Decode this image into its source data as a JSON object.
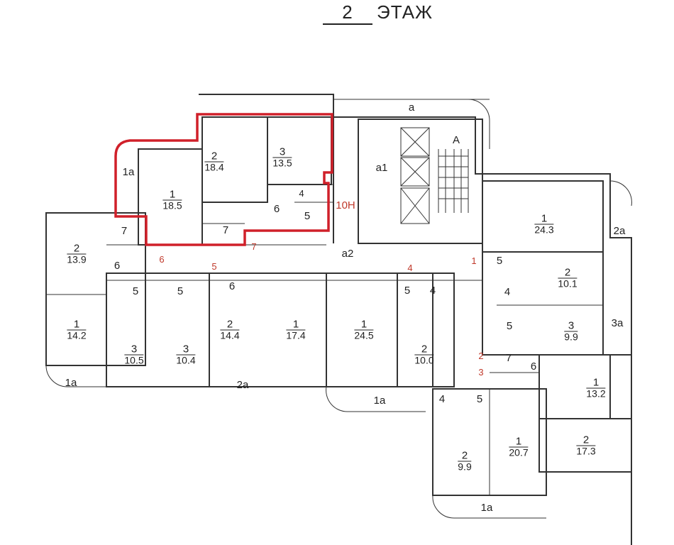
{
  "title": {
    "floor_number": "2",
    "floor_word": "ЭТАЖ"
  },
  "highlight_color": "#d0202a",
  "highlighted_unit": {
    "label": "10Н",
    "rooms": [
      {
        "num": "1",
        "area": "18.5"
      },
      {
        "num": "2",
        "area": "18.4"
      },
      {
        "num": "3",
        "area": "13.5"
      },
      {
        "num": "4"
      },
      {
        "num": "5"
      },
      {
        "num": "6"
      },
      {
        "num": "7"
      },
      {
        "num": "1а"
      }
    ]
  },
  "common": {
    "a": "а",
    "a1": "а1",
    "a2": "а2",
    "A": "А"
  },
  "corridor_marks": [
    "6",
    "5",
    "7",
    "4",
    "1",
    "2",
    "3"
  ],
  "rooms": [
    {
      "num": "7"
    },
    {
      "num": "2",
      "area": "13.9"
    },
    {
      "num": "6"
    },
    {
      "num": "1",
      "area": "14.2"
    },
    {
      "num": "5"
    },
    {
      "num": "5"
    },
    {
      "num": "3",
      "area": "10.5"
    },
    {
      "num": "3",
      "area": "10.4"
    },
    {
      "num": "1а"
    },
    {
      "num": "6"
    },
    {
      "num": "2",
      "area": "14.4"
    },
    {
      "num": "1",
      "area": "17.4"
    },
    {
      "num": "2а"
    },
    {
      "num": "1",
      "area": "24.5"
    },
    {
      "num": "5"
    },
    {
      "num": "4"
    },
    {
      "num": "2",
      "area": "10.0"
    },
    {
      "num": "1а"
    },
    {
      "num": "1",
      "area": "24.3"
    },
    {
      "num": "2а"
    },
    {
      "num": "5"
    },
    {
      "num": "2",
      "area": "10.1"
    },
    {
      "num": "4"
    },
    {
      "num": "5"
    },
    {
      "num": "7"
    },
    {
      "num": "3",
      "area": "9.9"
    },
    {
      "num": "3а"
    },
    {
      "num": "6"
    },
    {
      "num": "1",
      "area": "13.2"
    },
    {
      "num": "2",
      "area": "17.3"
    },
    {
      "num": "4"
    },
    {
      "num": "5"
    },
    {
      "num": "2",
      "area": "9.9"
    },
    {
      "num": "1",
      "area": "20.7"
    },
    {
      "num": "1а"
    }
  ]
}
